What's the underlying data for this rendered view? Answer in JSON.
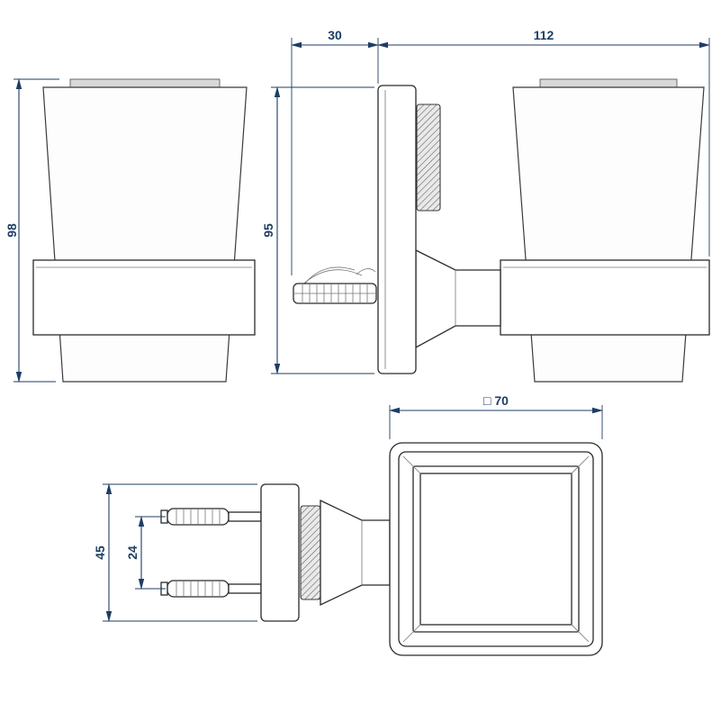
{
  "drawing": {
    "kind": "technical dimensional drawing",
    "subject": "wall-mounted square glass tumbler holder"
  },
  "dimensions": {
    "offset_depth": "30",
    "total_depth": "112",
    "glass_height": "98",
    "plate_height": "95",
    "holder_square": "□ 70",
    "mount_depth": "45",
    "hole_spacing": "24"
  },
  "colors": {
    "dimension_line": "#1d3e63",
    "drawing_line": "#2b2b2b",
    "background": "#ffffff"
  }
}
